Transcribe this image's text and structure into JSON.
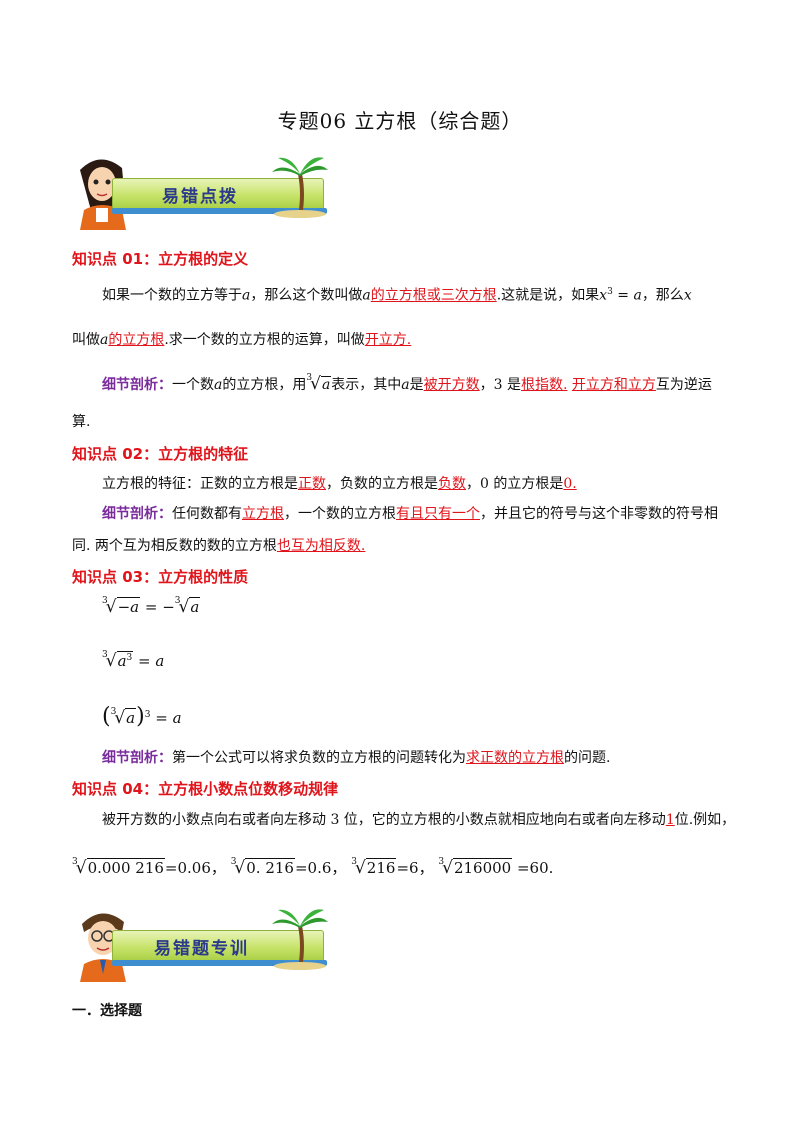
{
  "title": "专题06  立方根（综合题）",
  "banner1": {
    "label": "易错点拨"
  },
  "banner2": {
    "label": "易错题专训"
  },
  "kp1": {
    "heading": "知识点 01：立方根的定义",
    "p1_a": "如果一个数的立方等于",
    "p1_b": "，那么这个数叫做",
    "p1_blank": "的立方根或三次方根",
    "p1_c": ".这就是说，如果",
    "p1_d": "，那么",
    "p2_a": "叫做",
    "p2_blank1": "的立方根",
    "p2_b": ".求一个数的立方根的运算，叫做",
    "p2_blank2": "开立方.",
    "note_label": "细节剖析：",
    "note_a": "一个数",
    "note_b": "的立方根，用",
    "note_c": "表示，其中",
    "note_d": "是",
    "note_blank1": "被开方数",
    "note_e": "，3 是",
    "note_blank2": "根指数.",
    "note_blank3": "开立方和立方",
    "note_f": "互为逆运",
    "note_g": "算."
  },
  "kp2": {
    "heading": "知识点 02：立方根的特征",
    "p1_a": "立方根的特征：正数的立方根是",
    "p1_blank1": "正数",
    "p1_b": "，负数的立方根是",
    "p1_blank2": "负数",
    "p1_c": "，0 的立方根是",
    "p1_blank3": "0.",
    "note_label": "细节剖析：",
    "note_a": "任何数都有",
    "note_blank1": "立方根",
    "note_b": "，一个数的立方根",
    "note_blank2": "有且只有一个",
    "note_c": "，并且它的符号与这个非零数的符号相",
    "note_d": "同.  两个互为相反数的数的立方根",
    "note_blank3": "也互为相反数."
  },
  "kp3": {
    "heading": "知识点 03：立方根的性质",
    "note_label": "细节剖析：",
    "note_a": "第一个公式可以将求负数的立方根的问题转化为",
    "note_blank": "求正数的立方根",
    "note_b": "的问题."
  },
  "kp4": {
    "heading": "知识点 04：立方根小数点位数移动规律",
    "p1_a": "被开方数的小数点向右或者向左移动 3 位，它的立方根的小数点就相应地向右或者向左移动",
    "p1_blank": "1",
    "p1_b": "位.例如，",
    "ex1_rad": "0.000 216",
    "ex1_res": "=0.06",
    "ex2_rad": "0. 216",
    "ex2_res": "=0.6",
    "ex3_rad": "216",
    "ex3_res": "=6",
    "ex4_rad": "216000",
    "ex4_res": " =60",
    "sep": "，",
    "end": "."
  },
  "section1": {
    "heading": "一．选择题"
  },
  "sym": {
    "a": "a",
    "x": "x",
    "idx3": "3",
    "sup3": "3",
    "eq": " = ",
    "neg": "−",
    "lparen": "(",
    "rparen": ")"
  }
}
